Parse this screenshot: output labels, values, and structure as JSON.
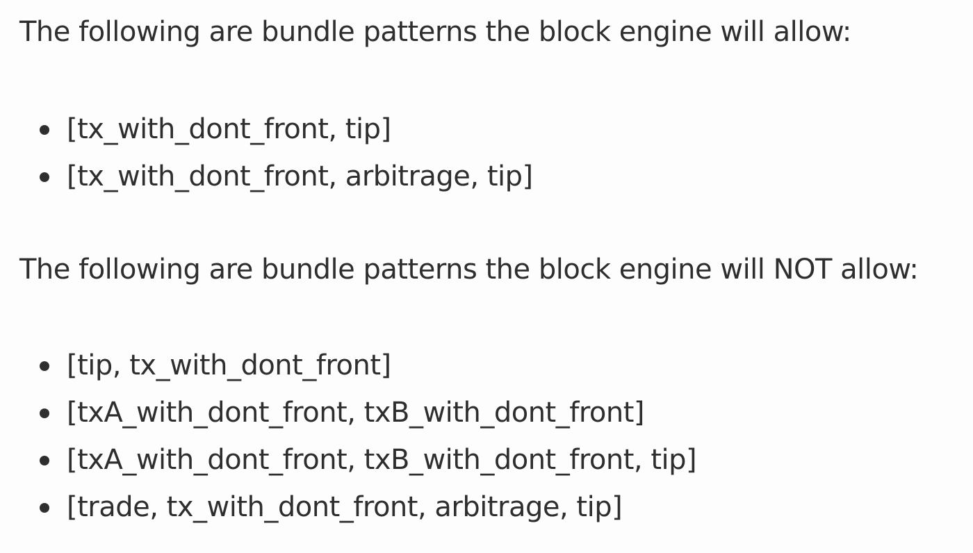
{
  "allowed": {
    "heading": "The following are bundle patterns the block engine will allow:",
    "items": [
      "[tx_with_dont_front, tip]",
      "[tx_with_dont_front, arbitrage, tip]"
    ]
  },
  "not_allowed": {
    "heading": "The following are bundle patterns the block engine will NOT allow:",
    "items": [
      "[tip, tx_with_dont_front]",
      "[txA_with_dont_front, txB_with_dont_front]",
      "[txA_with_dont_front, txB_with_dont_front, tip]",
      "[trade, tx_with_dont_front, arbitrage, tip]"
    ]
  }
}
